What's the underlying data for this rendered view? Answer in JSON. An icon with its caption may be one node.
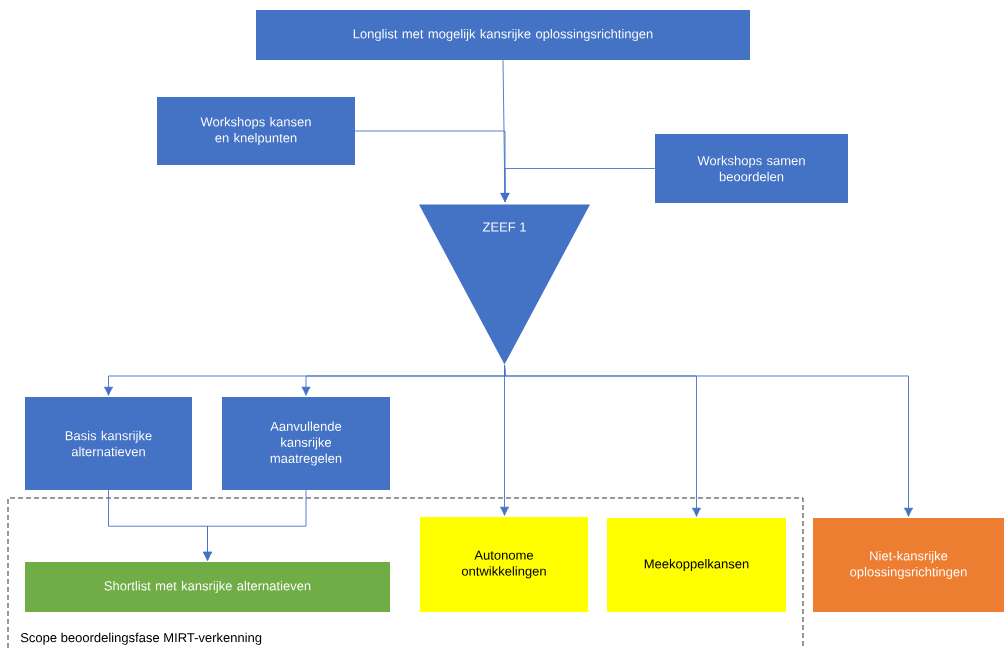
{
  "diagram": {
    "nodes": [
      {
        "text": [
          "Longlist met mogelijk kansrijke oplossingsrichtingen"
        ]
      },
      {
        "text": [
          "Workshops kansen en knelpunten"
        ]
      },
      {
        "text": [
          "Workshops samen beoordelen"
        ]
      },
      {
        "text": [
          "ZEEF 1"
        ]
      },
      {
        "text": [
          "Basis kansrijke alternatieven"
        ]
      },
      {
        "text": [
          "Aanvullende kansrijke maatregelen"
        ]
      },
      {
        "text": [
          "Scope beoordelingsfase MIRT-verkenning"
        ]
      },
      {
        "text": [
          "Shortlist met kansrijke alternatieven"
        ],
        "in": 6
      },
      {
        "text": [
          "Autonome ontwikkelingen"
        ],
        "in": 6
      },
      {
        "text": [
          "Meekoppelkansen"
        ],
        "in": 6
      },
      {
        "text": [
          "Niet-kansrijke oplossingsrichtingen"
        ]
      }
    ],
    "edges": [
      {
        "from": 0,
        "to": 3,
        "arrow": "to"
      },
      {
        "from": 1,
        "to": 3,
        "arrow": "to"
      },
      {
        "from": 2,
        "to": 3,
        "arrow": "to"
      },
      {
        "from": 3,
        "to": 4,
        "arrow": "to"
      },
      {
        "from": 3,
        "to": 5,
        "arrow": "to"
      },
      {
        "from": 3,
        "to": 8,
        "arrow": "to"
      },
      {
        "from": 3,
        "to": 9,
        "arrow": "to"
      },
      {
        "from": 3,
        "to": 10,
        "arrow": "to"
      },
      {
        "from": 4,
        "to": 7,
        "arrow": "to"
      },
      {
        "from": 5,
        "to": 7,
        "arrow": "to"
      }
    ]
  }
}
